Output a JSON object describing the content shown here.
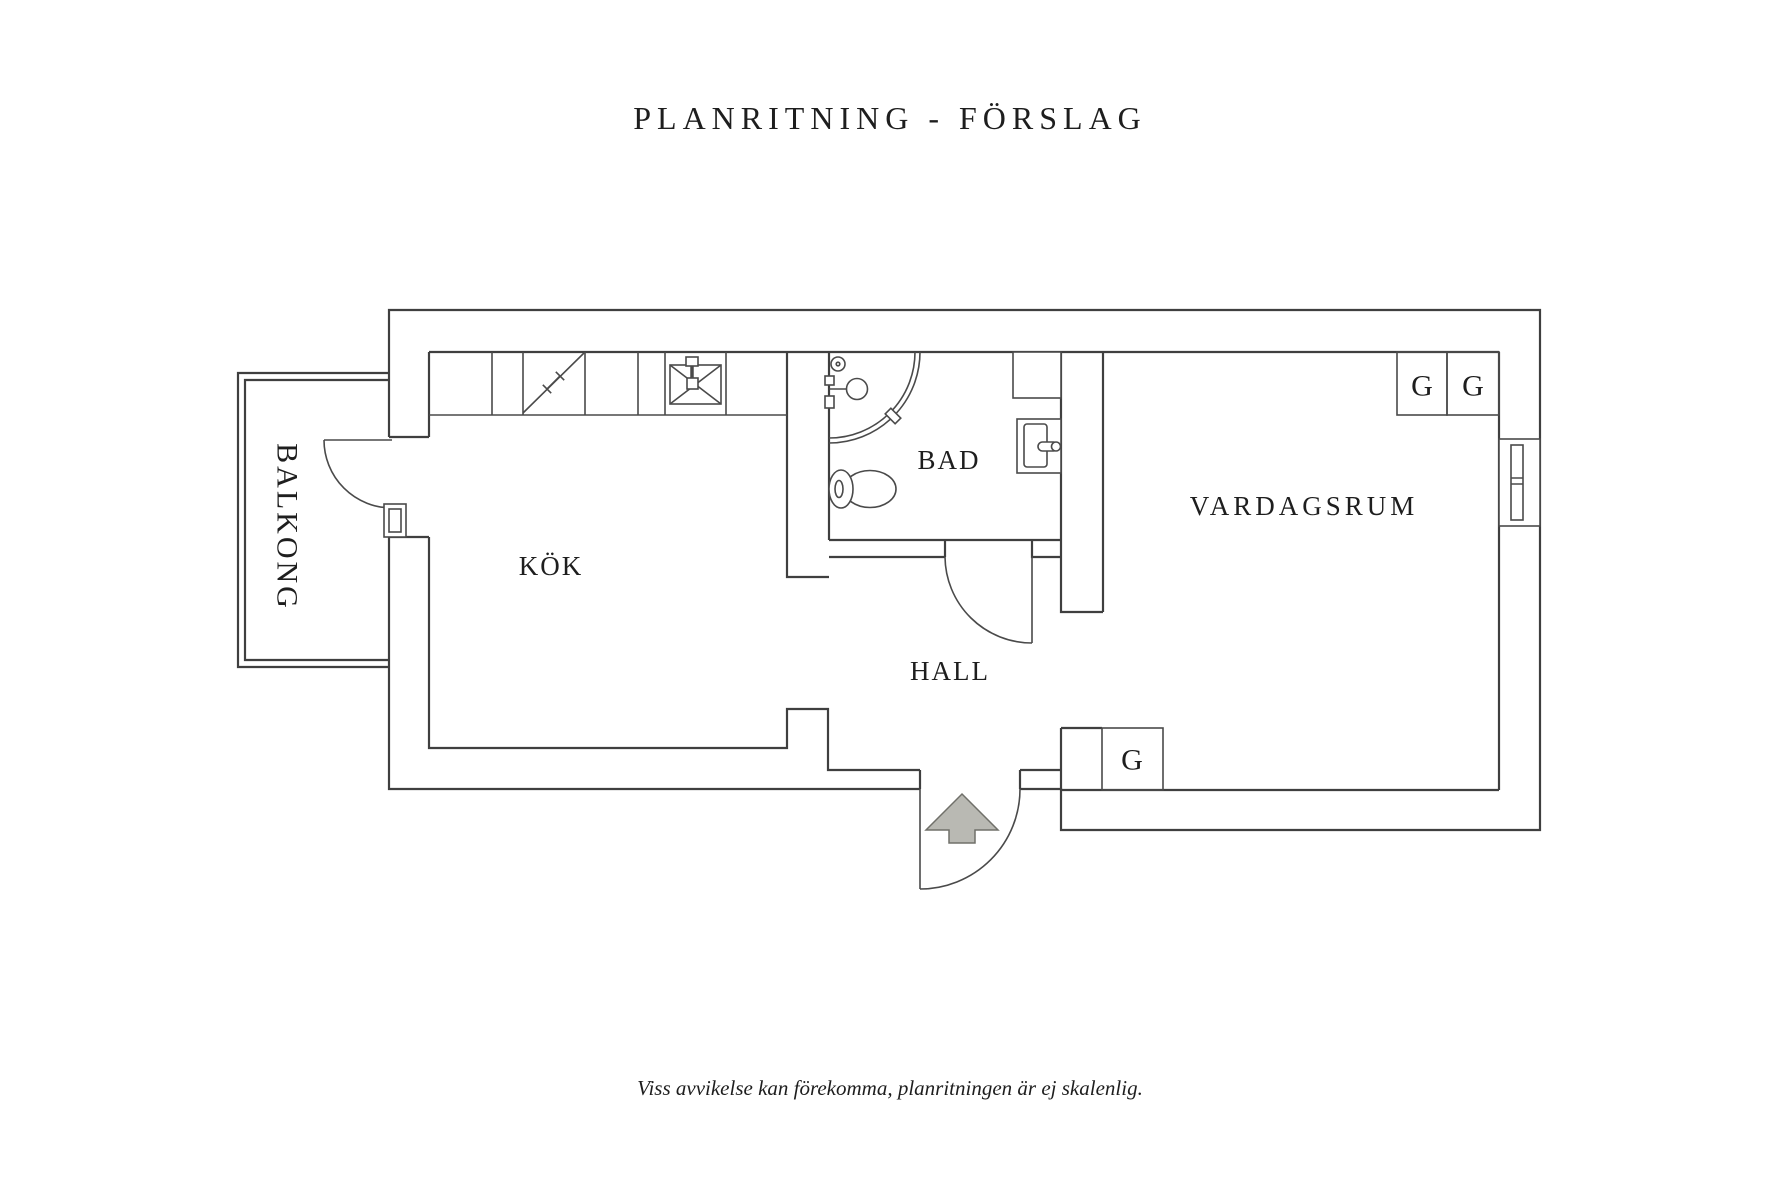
{
  "title": "PLANRITNING - FÖRSLAG",
  "footer": {
    "disclaimer": "Viss avvikelse kan förekomma, planritningen är ej skalenlig."
  },
  "floorplan": {
    "rooms": {
      "balcony": {
        "label": "BALKONG"
      },
      "kitchen": {
        "label": "KÖK"
      },
      "bathroom": {
        "label": "BAD"
      },
      "hall": {
        "label": "HALL"
      },
      "living_room": {
        "label": "VARDAGSRUM"
      }
    },
    "wardrobes": [
      {
        "label": "G"
      },
      {
        "label": "G"
      },
      {
        "label": "G"
      }
    ]
  },
  "colors": {
    "background": "#ffffff",
    "wall_line": "#3f3f3f",
    "fixture_line": "#4a4a4a",
    "text": "#1e1e1e",
    "arrow_fill": "#b9b9b3",
    "arrow_stroke": "#70706a"
  }
}
